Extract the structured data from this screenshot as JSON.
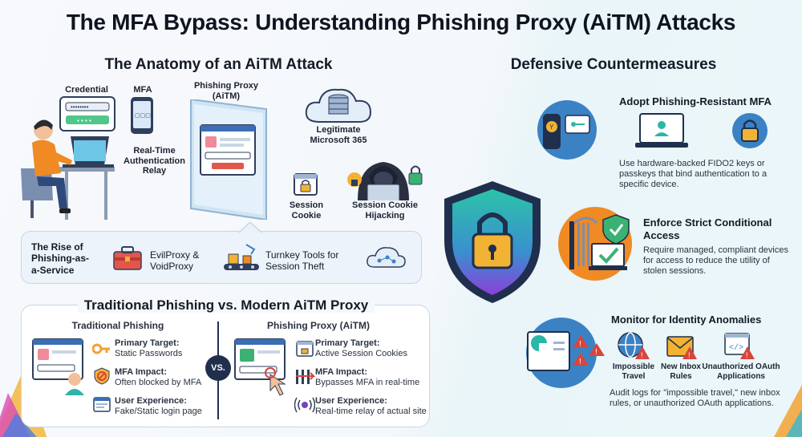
{
  "title": "The MFA Bypass: Understanding Phishing Proxy (AiTM) Attacks",
  "anatomy": {
    "heading": "The Anatomy of an AiTM Attack",
    "credential": "Credential",
    "mfa": "MFA",
    "relay": "Real-Time Authentication Relay",
    "proxy": "Phishing Proxy (AiTM)",
    "legit": "Legitimate Microsoft 365",
    "session_cookie": "Session Cookie",
    "hijacking": "Session Cookie Hijacking"
  },
  "paas": {
    "heading": "The Rise of Phishing-as-a-Service",
    "tool1": "EvilProxy & VoidProxy",
    "tool2": "Turnkey Tools for Session Theft"
  },
  "comparison": {
    "heading": "Traditional Phishing vs. Modern AiTM Proxy",
    "vs": "VS.",
    "left": {
      "title": "Traditional Phishing",
      "rows": [
        {
          "label": "Primary Target:",
          "value": "Static Passwords"
        },
        {
          "label": "MFA Impact:",
          "value": "Often blocked by MFA"
        },
        {
          "label": "User Experience:",
          "value": "Fake/Static login page"
        }
      ]
    },
    "right": {
      "title": "Phishing Proxy (AiTM)",
      "rows": [
        {
          "label": "Primary Target:",
          "value": "Active Session Cookies"
        },
        {
          "label": "MFA Impact:",
          "value": "Bypasses MFA in real-time"
        },
        {
          "label": "User Experience:",
          "value": "Real-time relay of actual site"
        }
      ]
    }
  },
  "defense": {
    "heading": "Defensive Countermeasures",
    "items": [
      {
        "title": "Adopt Phishing-Resistant MFA",
        "desc": "Use hardware-backed FIDO2 keys or passkeys that bind authentication to a specific device."
      },
      {
        "title": "Enforce Strict Conditional Access",
        "desc": "Require managed, compliant devices for access to reduce the utility of stolen sessions."
      },
      {
        "title": "Monitor for Identity Anomalies",
        "desc": "Audit logs for \"impossible travel,\" new inbox rules, or unauthorized OAuth applications."
      }
    ],
    "anomalies": [
      "Impossible Travel",
      "New Inbox Rules",
      "Unauthorized OAuth Applications"
    ]
  },
  "colors": {
    "navy": "#1f2f4d",
    "accent_blue": "#3b82c4",
    "danger_red": "#d9443c",
    "safe_green": "#3bb273",
    "warning_orange": "#f08a24",
    "shield_teal": "#2bb6a8"
  }
}
